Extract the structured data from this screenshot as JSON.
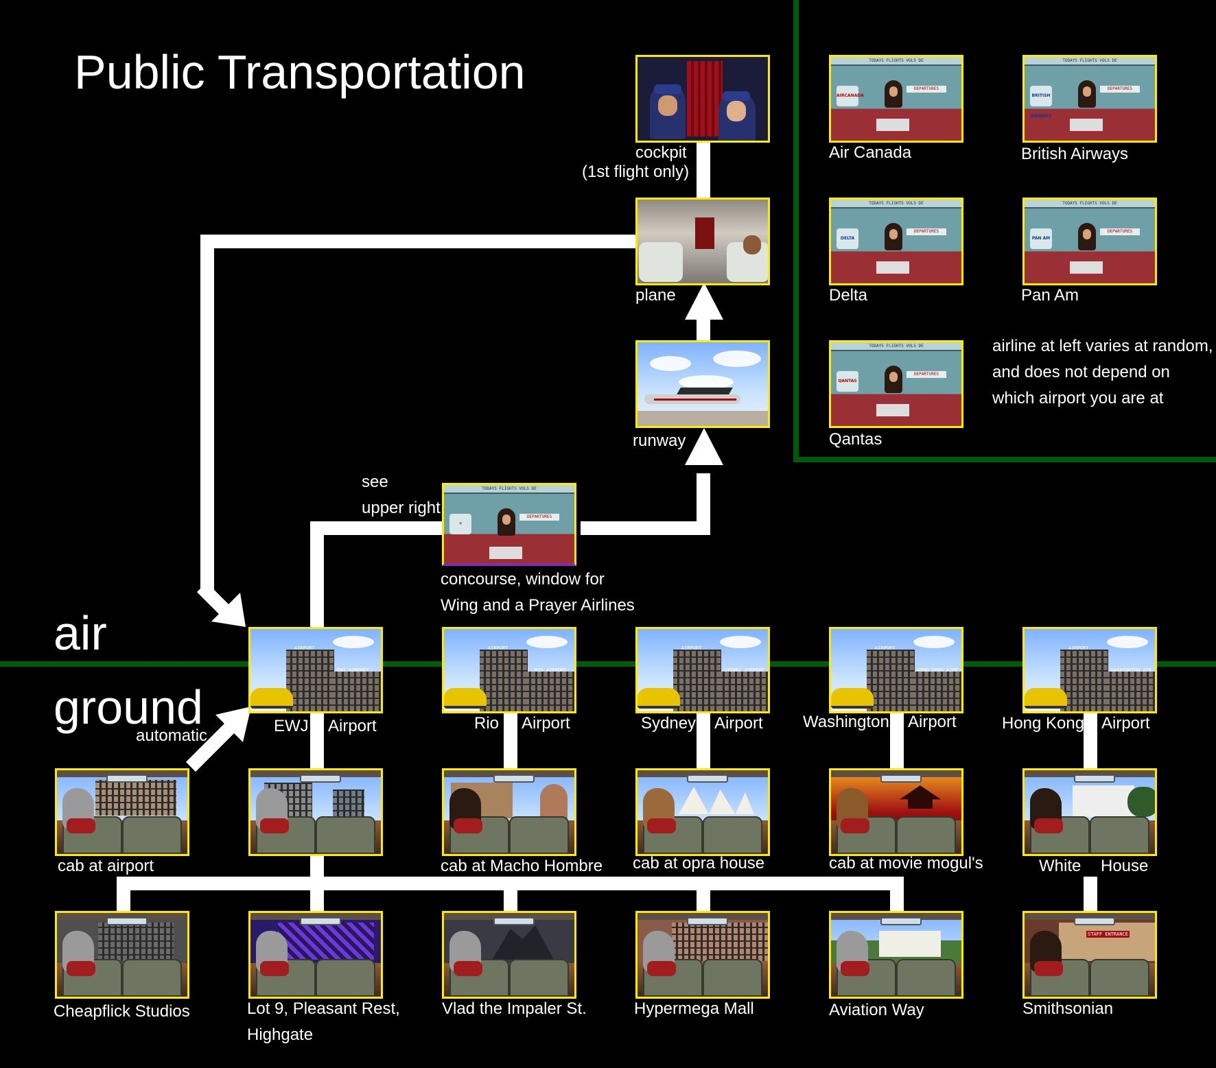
{
  "title": "Public Transportation",
  "zones": {
    "air": "air",
    "ground": "ground"
  },
  "colors": {
    "background": "#000000",
    "thumbnail_border": "#ffea00",
    "connector": "#ffffff",
    "divider": "#005a0a"
  },
  "labels": {
    "cockpit_line1": "cockpit",
    "cockpit_line2": "(1st flight only)",
    "plane": "plane",
    "runway": "runway",
    "see_line1": "see",
    "see_line2": "upper right",
    "concourse_line1": "concourse, window for",
    "concourse_line2": "Wing and a Prayer Airlines",
    "automatic": "automatic"
  },
  "airlines": {
    "items": [
      "Air Canada",
      "British Airways",
      "Delta",
      "Pan Am",
      "Qantas"
    ],
    "logos": [
      "AIRCANADA",
      "BRITISH AIRWAYS",
      "DELTA",
      "PAN AM",
      "QANTAS"
    ],
    "note_line1": "airline at left varies at random,",
    "note_line2": "and does not depend on",
    "note_line3": "which airport you are at"
  },
  "airports": [
    {
      "city": "EWJ",
      "word": "Airport",
      "sign": "EWJ AIRPORT"
    },
    {
      "city": "Rio",
      "word": "Airport",
      "sign": "RIO AIRPORT"
    },
    {
      "city": "Sydney",
      "word": "Airport",
      "sign": "SYDNEY AIRPORT"
    },
    {
      "city": "Washington",
      "word": "Airport",
      "sign": "HONG KONG AIRP"
    },
    {
      "city": "Hong Kong",
      "word": "Airport",
      "sign": "WASHINGTON AIR"
    }
  ],
  "cab_row": [
    "cab at airport",
    "",
    "cab at Macho Hombre",
    "cab at opra house",
    "cab at movie mogul's",
    "White",
    "House"
  ],
  "destinations": [
    "Cheapflick Studios",
    "Lot 9, Pleasant Rest,",
    "Highgate",
    "Vlad the Impaler St.",
    "Hypermega Mall",
    "Aviation Way",
    "Smithsonian"
  ],
  "screen_text": {
    "board": "TODAYS FLIGHTS    VOLS DE",
    "departures": "DEPARTURES",
    "airport_sign": "AIRPORT",
    "staff_entrance": "STAFF ENTRANCE"
  }
}
